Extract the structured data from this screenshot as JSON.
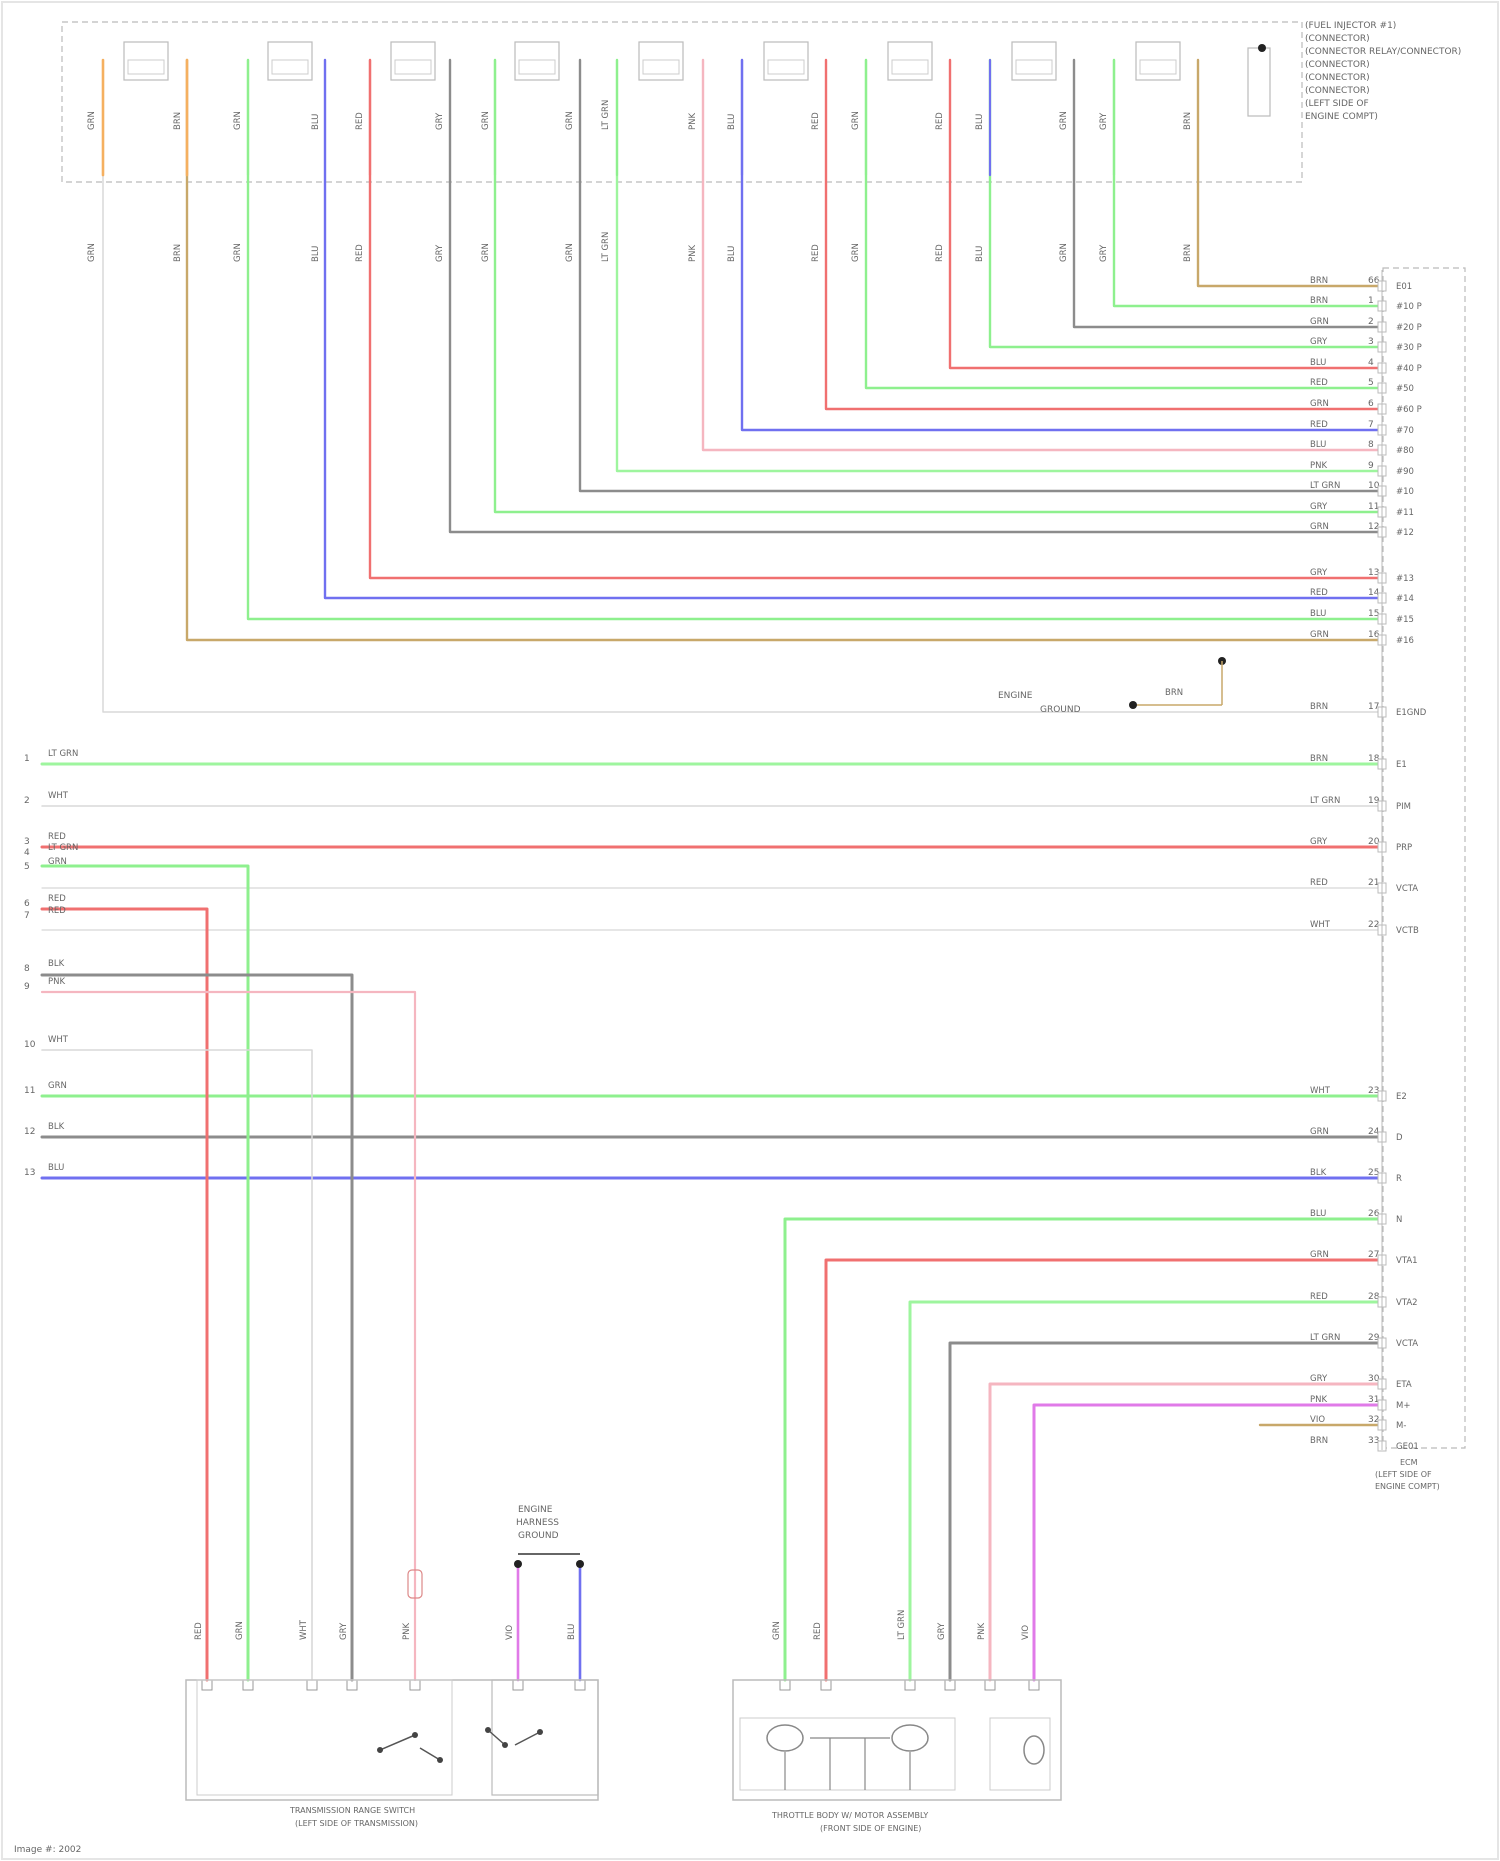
{
  "diagram": {
    "footer": "Image #: 2002",
    "ground_note": [
      "ENGINE",
      "HARNESS",
      "GROUND"
    ],
    "engine_ground_note": "ENGINE HARNESS GROUND",
    "components": {
      "ecm": {
        "title_lines": [
          "ECM",
          "(LEFT SIDE OF",
          "ENGINE COMPT)"
        ]
      },
      "transmission_range_switch": {
        "title_lines": [
          "TRANSMISSION RANGE SWITCH",
          "(LEFT SIDE OF TRANSMISSION)"
        ]
      },
      "throttle_body": {
        "title_lines": [
          "THROTTLE BODY W/ MOTOR ASSEMBLY",
          "(FRONT SIDE OF ENGINE)"
        ]
      },
      "injector_connector": {
        "legend_lines": [
          "(FUEL INJECTOR #1)",
          "(CONNECTOR)",
          "(CONNECTOR RELAY/CONNECTOR)",
          "(CONNECTOR)",
          "(CONNECTOR)",
          "(CONNECTOR)",
          "(LEFT SIDE OF",
          "ENGINE COMPT)"
        ]
      }
    },
    "top_wire_labels": [
      "GRN",
      "BRN",
      "GRN",
      "BLU",
      "RED",
      "GRY",
      "GRN",
      "GRN",
      "LT GRN",
      "PNK",
      "BLU",
      "RED",
      "GRN",
      "RED",
      "BLU",
      "GRN",
      "GRY",
      "BRN"
    ],
    "ecm_right_rows": [
      {
        "color": "BRN",
        "pin": "66",
        "name": "E01"
      },
      {
        "color": "BRN",
        "pin": "1",
        "name": "#10 P"
      },
      {
        "color": "GRN",
        "pin": "2",
        "name": "#20 P"
      },
      {
        "color": "GRY",
        "pin": "3",
        "name": "#30 P"
      },
      {
        "color": "BLU",
        "pin": "4",
        "name": "#40 P"
      },
      {
        "color": "RED",
        "pin": "5",
        "name": "#50"
      },
      {
        "color": "GRN",
        "pin": "6",
        "name": "#60 P"
      },
      {
        "color": "RED",
        "pin": "7",
        "name": "#70"
      },
      {
        "color": "BLU",
        "pin": "8",
        "name": "#80"
      },
      {
        "color": "PNK",
        "pin": "9",
        "name": "#90"
      },
      {
        "color": "LT GRN",
        "pin": "10",
        "name": "#10"
      },
      {
        "color": "GRY",
        "pin": "11",
        "name": "#11"
      },
      {
        "color": "GRN",
        "pin": "12",
        "name": "#12"
      },
      {
        "color": "GRY",
        "pin": "13",
        "name": "#13"
      },
      {
        "color": "RED",
        "pin": "14",
        "name": "#14"
      },
      {
        "color": "BLU",
        "pin": "15",
        "name": "#15"
      },
      {
        "color": "GRN",
        "pin": "16",
        "name": "#16"
      },
      {
        "color": "BRN",
        "pin": "17",
        "name": "E1GND"
      },
      {
        "color": "BRN",
        "pin": "18",
        "name": "E1"
      },
      {
        "color": "LT GRN",
        "pin": "19",
        "name": "PIM"
      },
      {
        "color": "GRY",
        "pin": "20",
        "name": "PRP"
      },
      {
        "color": "RED",
        "pin": "21",
        "name": "VCTA"
      },
      {
        "color": "WHT",
        "pin": "22",
        "name": "VCTB"
      },
      {
        "color": "WHT",
        "pin": "23",
        "name": "E2"
      },
      {
        "color": "GRN",
        "pin": "24",
        "name": "D"
      },
      {
        "color": "BLK",
        "pin": "25",
        "name": "R"
      },
      {
        "color": "BLU",
        "pin": "26",
        "name": "N"
      },
      {
        "color": "GRN",
        "pin": "27",
        "name": "VTA1"
      },
      {
        "color": "RED",
        "pin": "28",
        "name": "VTA2"
      },
      {
        "color": "LT GRN",
        "pin": "29",
        "name": "VCTA"
      },
      {
        "color": "GRY",
        "pin": "30",
        "name": "ETA"
      },
      {
        "color": "PNK",
        "pin": "31",
        "name": "M+"
      },
      {
        "color": "VIO",
        "pin": "32",
        "name": "M-"
      },
      {
        "color": "BRN",
        "pin": "33",
        "name": "GE01"
      }
    ],
    "left_labels": [
      {
        "num": "1",
        "color": "LT GRN"
      },
      {
        "num": "2",
        "color": "WHT"
      },
      {
        "num": "3",
        "color": "RED"
      },
      {
        "num": "4",
        "color": "LT GRN"
      },
      {
        "num": "5",
        "color": "GRN"
      },
      {
        "num": "6",
        "color": "RED"
      },
      {
        "num": "7",
        "color": "RED"
      },
      {
        "num": "8",
        "color": "BLK"
      },
      {
        "num": "9",
        "color": "PNK"
      },
      {
        "num": "10",
        "color": "WHT"
      },
      {
        "num": "11",
        "color": "GRN"
      },
      {
        "num": "12",
        "color": "BLK"
      },
      {
        "num": "13",
        "color": "BLU"
      }
    ],
    "trs_wire_labels": [
      "RED",
      "GRN",
      "WHT",
      "GRY",
      "PNK",
      "VIO",
      "BLU"
    ],
    "tb_wire_labels": [
      "GRN",
      "RED",
      "LT GRN",
      "GRY",
      "PNK",
      "VIO"
    ]
  },
  "colors": {
    "grn": "#8ef08e",
    "ltgrn": "#9ef59e",
    "red": "#f07070",
    "blu": "#7070f0",
    "gry": "#8c8c8c",
    "pnk": "#f5b6c0",
    "brn": "#c8a86a",
    "org": "#f5b060",
    "vio": "#e07ae8",
    "wht": "#d8d8d8"
  }
}
